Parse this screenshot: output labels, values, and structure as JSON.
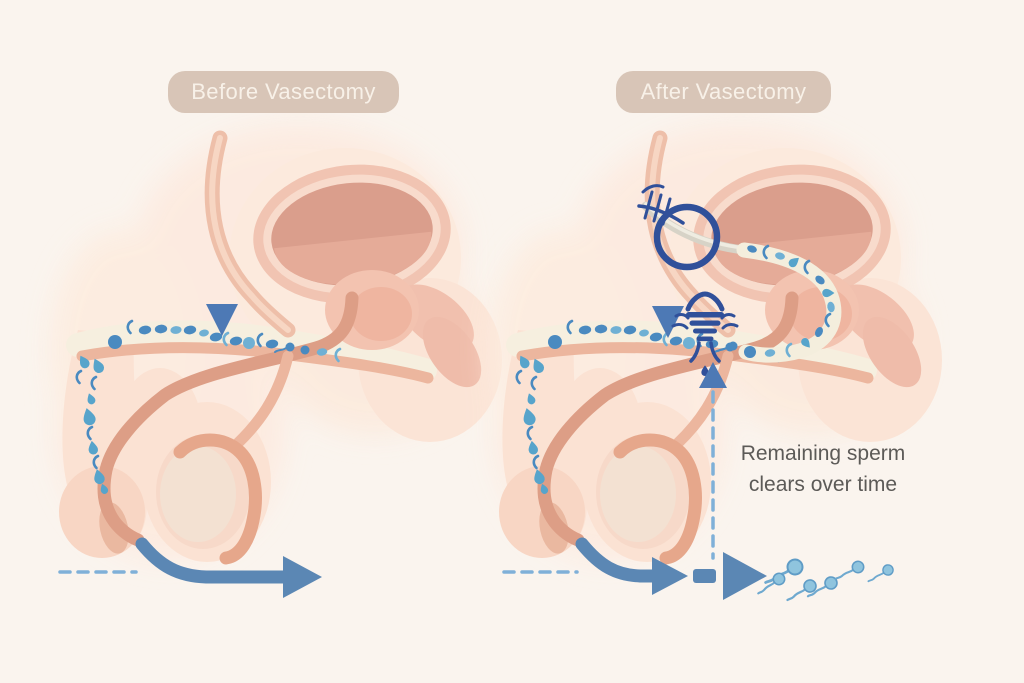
{
  "panels": {
    "before": {
      "label": "Before Vasectomy"
    },
    "after": {
      "label": "After Vasectomy"
    }
  },
  "annotation": {
    "line1": "Remaining sperm",
    "line2": "clears over time"
  },
  "colors": {
    "background": "#faf4ee",
    "pill_bg": "#d8c5b7",
    "pill_text": "#f8f1e8",
    "annotation_text": "#5c5a57",
    "sperm_blue": "#4a8ac0",
    "sperm_mid": "#6fb0d4",
    "sperm_light": "#8fc4de",
    "droplet_blue": "#57a4cb",
    "arrow_blue": "#5b87b4",
    "marker_blue": "#4d79b5",
    "dashed_blue": "#7fb0d8",
    "navy": "#30509a"
  },
  "icons": {
    "down_triangle_marker": "solid downward triangle pointing at vas deferens",
    "vasectomy_circle": "circle highlighting cut and tied vas site",
    "suture_tie": "suture tie hatch marks",
    "tied_vas_knot": "tied sealed vas deferens symbol",
    "up_arrow": "upward arrowhead on dashed leader to sealed site",
    "flow_arrow": "ejaculation flow arrow",
    "sperm_cell": "sperm cell with tail"
  }
}
